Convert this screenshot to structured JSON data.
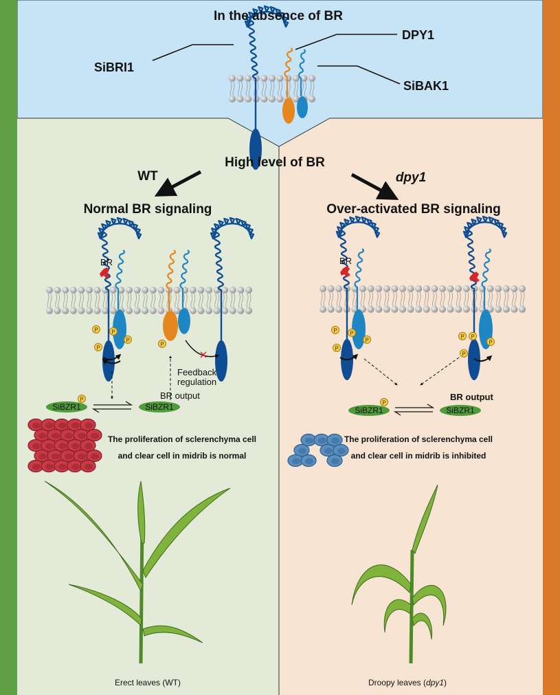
{
  "colors": {
    "wt_strip": "#5fa044",
    "dpy1_strip": "#d97a2b",
    "top_panel": "#c6e4f6",
    "wt_panel": "#e3ebd8",
    "dpy1_panel": "#f8e4d3",
    "bri1": "#0e4c93",
    "bak1": "#1f86c4",
    "dpy1": "#e6861e",
    "br": "#d6252c",
    "bzr1": "#4f9a3a"
  },
  "top": {
    "title": "In the absence of BR",
    "label_bri1": "SiBRI1",
    "label_dpy1": "DPY1",
    "label_bak1": "SiBAK1"
  },
  "middle": {
    "title": "High level of BR"
  },
  "wt": {
    "genotype": "WT",
    "heading": "Normal BR signaling",
    "br_label": "BR",
    "p_label": "P",
    "feedback_line1": "Feedback",
    "feedback_line2": "regulation",
    "br_output": "BR output",
    "bzr1_phos": "SiBZR1",
    "bzr1": "SiBZR1",
    "text_line1": "The proliferation of sclerenchyma cell",
    "text_line2": "and clear cell in midrib is normal",
    "caption": "Erect leaves  (WT)"
  },
  "dpy1": {
    "genotype": "dpy1",
    "heading": "Over-activated BR signaling",
    "br_label": "BR",
    "p_label": "P",
    "br_output": "BR output",
    "bzr1_phos": "SiBZR1",
    "bzr1": "SiBZR1",
    "text_line1": "The proliferation of sclerenchyma cell",
    "text_line2": "and clear cell in midrib is inhibited",
    "caption_prefix": "Droopy leaves (",
    "caption_italic": "dpy1",
    "caption_suffix": ")"
  }
}
